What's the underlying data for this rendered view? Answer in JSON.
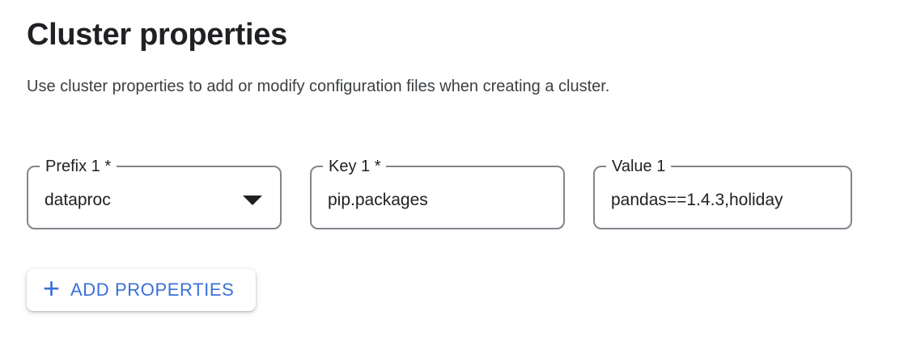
{
  "page": {
    "title": "Cluster properties",
    "description": "Use cluster properties to add or modify configuration files when creating a cluster."
  },
  "properties_row": {
    "prefix": {
      "label": "Prefix 1 *",
      "value": "dataproc",
      "icon": "caret-down-icon"
    },
    "key": {
      "label": "Key 1 *",
      "value": "pip.packages"
    },
    "value": {
      "label": "Value 1",
      "value": "pandas==1.4.3,holiday"
    }
  },
  "buttons": {
    "add_properties": {
      "icon": "+",
      "label": "ADD PROPERTIES"
    }
  },
  "colors": {
    "accent_blue": "#3b6fd9",
    "field_border_gray": "#80868b",
    "text_dark": "#202124"
  }
}
